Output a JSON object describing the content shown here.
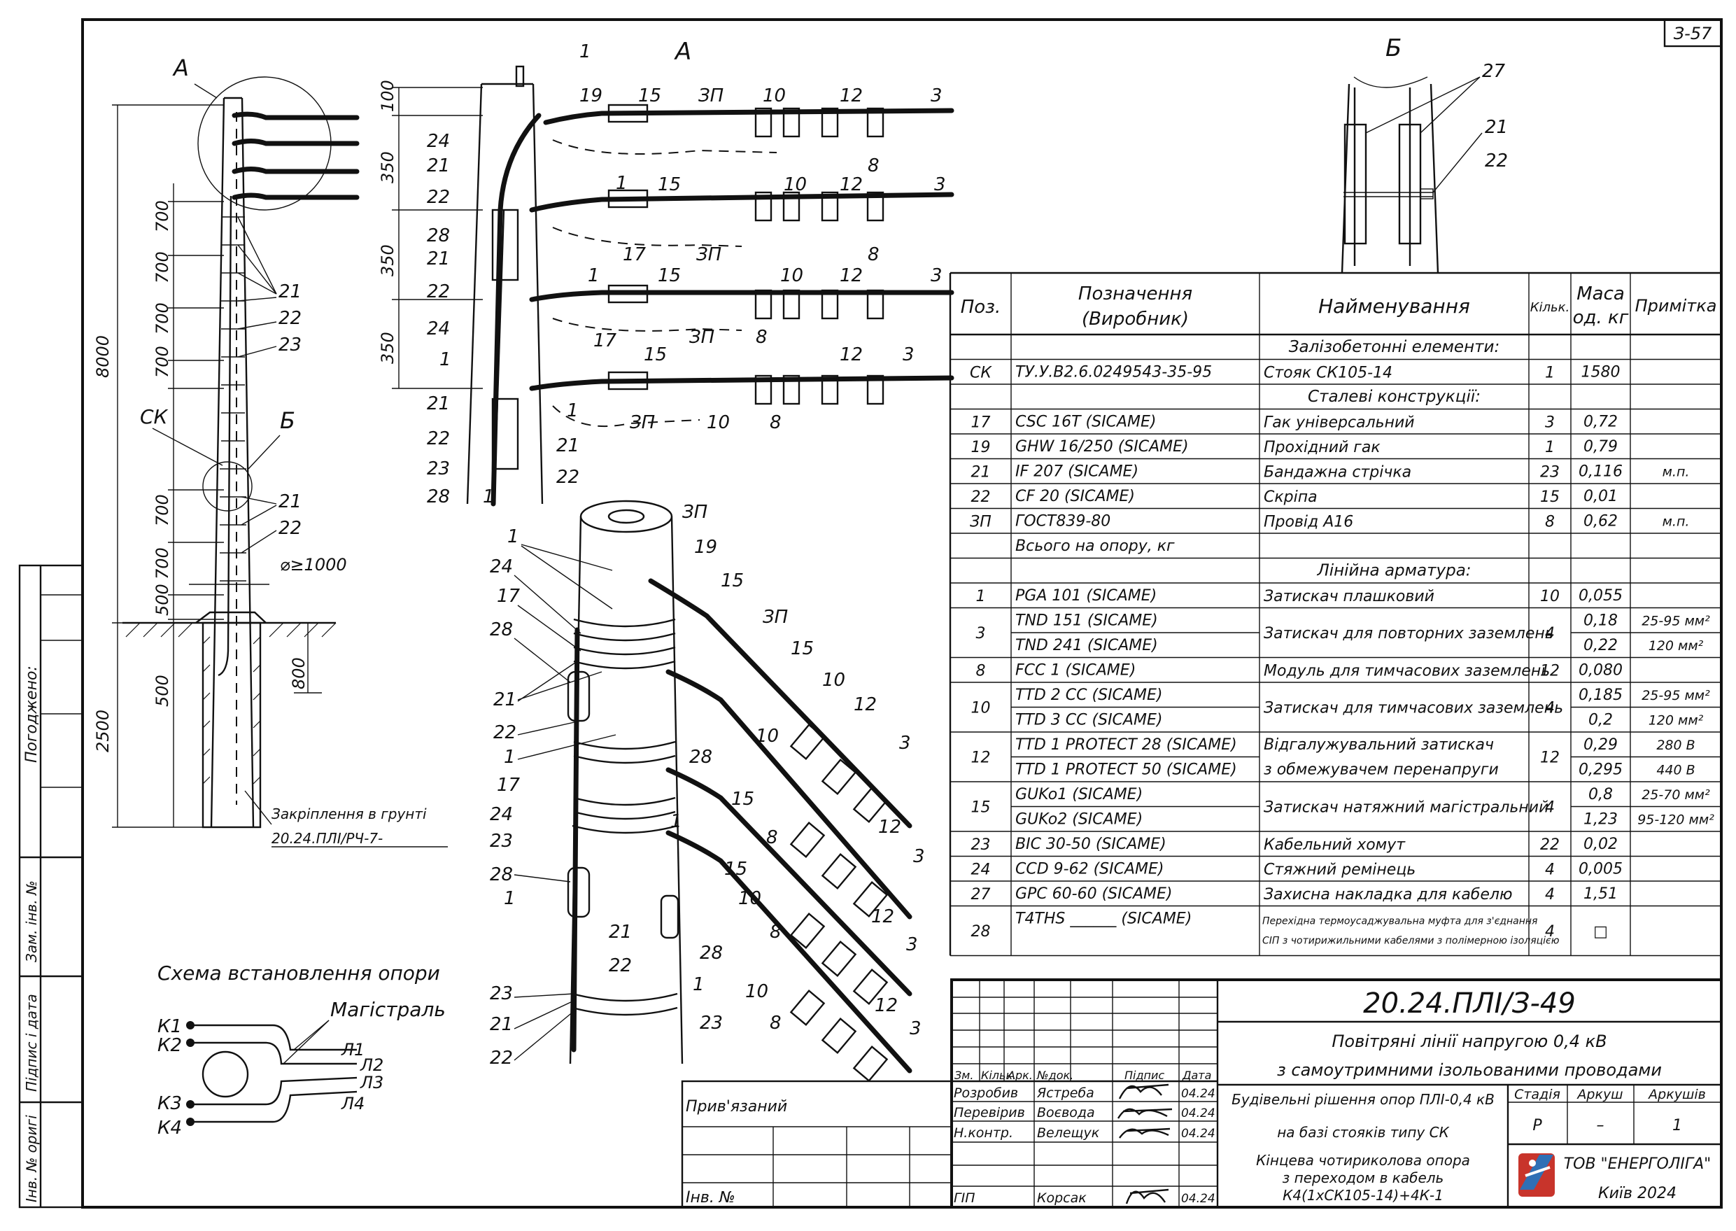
{
  "sheet_code": "З-57",
  "view_a": "А",
  "view_b": "Б",
  "dims_left": [
    "8000",
    "700",
    "700",
    "700",
    "700",
    "700",
    "700",
    "500",
    "500",
    "2500",
    "800"
  ],
  "dims_top": [
    "100",
    "350",
    "350",
    "350"
  ],
  "pole_labels": {
    "ck": "СК",
    "a": "А",
    "b": "Б",
    "diam": "⌀≥1000"
  },
  "foundation_note": "Закріплення в грунті",
  "foundation_ref": "20.24.ПЛІ/РЧ-7-",
  "scheme": {
    "title": "Схема встановлення опори",
    "main": "Магістраль",
    "k": [
      "К1",
      "К2",
      "К3",
      "К4"
    ],
    "l": [
      "Л1",
      "Л2",
      "Л3",
      "Л4"
    ]
  },
  "side_stamp": {
    "agreed": "Погоджено:",
    "inv_zam": "Зам. інв. №",
    "sign_date": "Підпис і дата",
    "inv_orig": "Інв. № оригі"
  },
  "callouts": {
    "c1": "1",
    "c3": "3",
    "c8": "8",
    "c10": "10",
    "c12": "12",
    "c15": "15",
    "c17": "17",
    "c19": "19",
    "c21": "21",
    "c22": "22",
    "c23": "23",
    "c24": "24",
    "c27": "27",
    "c28": "28",
    "zp": "ЗП"
  },
  "spec": {
    "headers": {
      "pos": "Поз.",
      "code": "Позначення\n(Виробник)",
      "name": "Найменування",
      "qty": "Кільк.",
      "mass": "Маса\nод. кг",
      "note": "Примітка"
    },
    "rows": [
      {
        "section": "Залізобетонні елементи:"
      },
      {
        "pos": "СК",
        "code": [
          "ТУ.У.В2.6.0249543-35-95"
        ],
        "name": [
          "Стояк СК105-14"
        ],
        "qty": "1",
        "mass": [
          "1580"
        ],
        "note": [
          ""
        ]
      },
      {
        "section": "Сталеві конструкції:"
      },
      {
        "pos": "17",
        "code": [
          "CSC 16T   (SICAME)"
        ],
        "name": [
          "Гак універсальний"
        ],
        "qty": "3",
        "mass": [
          "0,72"
        ],
        "note": [
          ""
        ]
      },
      {
        "pos": "19",
        "code": [
          "GHW 16/250   (SICAME)"
        ],
        "name": [
          "Прохідний гак"
        ],
        "qty": "1",
        "mass": [
          "0,79"
        ],
        "note": [
          ""
        ]
      },
      {
        "pos": "21",
        "code": [
          "IF 207   (SICAME)"
        ],
        "name": [
          "Бандажна стрічка"
        ],
        "qty": "23",
        "mass": [
          "0,116"
        ],
        "note": [
          "м.п."
        ]
      },
      {
        "pos": "22",
        "code": [
          "CF 20   (SICAME)"
        ],
        "name": [
          "Скріпа"
        ],
        "qty": "15",
        "mass": [
          "0,01"
        ],
        "note": [
          ""
        ]
      },
      {
        "pos": "ЗП",
        "code": [
          "ГОСТ839-80"
        ],
        "name": [
          "Провід А16"
        ],
        "qty": "8",
        "mass": [
          "0,62"
        ],
        "note": [
          "м.п."
        ]
      },
      {
        "pos": "",
        "code": [
          "Всього на опору, кг"
        ],
        "name": [
          ""
        ],
        "qty": "",
        "mass": [
          ""
        ],
        "note": [
          ""
        ]
      },
      {
        "section": "Лінійна арматура:"
      },
      {
        "pos": "1",
        "code": [
          "PGA 101   (SICAME)"
        ],
        "name": [
          "Затискач плашковий"
        ],
        "qty": "10",
        "mass": [
          "0,055"
        ],
        "note": [
          ""
        ]
      },
      {
        "pos": "3",
        "code": [
          "TND 151   (SICAME)",
          "TND 241   (SICAME)"
        ],
        "name": [
          "Затискач для повторних заземлень"
        ],
        "qty": "4",
        "mass": [
          "0,18",
          "0,22"
        ],
        "note": [
          "25-95 мм²",
          "120 мм²"
        ]
      },
      {
        "pos": "8",
        "code": [
          "FCC 1   (SICAME)"
        ],
        "name": [
          "Модуль для тимчасових заземлень"
        ],
        "qty": "12",
        "mass": [
          "0,080"
        ],
        "note": [
          ""
        ]
      },
      {
        "pos": "10",
        "code": [
          "TTD 2 CC   (SICAME)",
          "TTD 3 CC   (SICAME)"
        ],
        "name": [
          "Затискач для тимчасових заземлень"
        ],
        "qty": "4",
        "mass": [
          "0,185",
          "0,2"
        ],
        "note": [
          "25-95 мм²",
          "120 мм²"
        ]
      },
      {
        "pos": "12",
        "code": [
          "TTD 1 PROTECT 28   (SICAME)",
          "TTD 1 PROTECT 50   (SICAME)"
        ],
        "name": [
          "Відгалужувальний затискач",
          "з обмежувачем перенапруги"
        ],
        "qty": "12",
        "mass": [
          "0,29",
          "0,295"
        ],
        "note": [
          "280 В",
          "440 В"
        ]
      },
      {
        "pos": "15",
        "code": [
          "GUKo1   (SICAME)",
          "GUKo2   (SICAME)"
        ],
        "name": [
          "Затискач натяжний магістральний"
        ],
        "qty": "4",
        "mass": [
          "0,8",
          "1,23"
        ],
        "note": [
          "25-70 мм²",
          "95-120 мм²"
        ]
      },
      {
        "pos": "23",
        "code": [
          "BIC 30-50   (SICAME)"
        ],
        "name": [
          "Кабельний хомут"
        ],
        "qty": "22",
        "mass": [
          "0,02"
        ],
        "note": [
          ""
        ]
      },
      {
        "pos": "24",
        "code": [
          "CCD 9-62   (SICAME)"
        ],
        "name": [
          "Стяжний ремінець"
        ],
        "qty": "4",
        "mass": [
          "0,005"
        ],
        "note": [
          ""
        ]
      },
      {
        "pos": "27",
        "code": [
          "GPC 60-60   (SICAME)"
        ],
        "name": [
          "Захисна накладка для кабелю"
        ],
        "qty": "4",
        "mass": [
          "1,51"
        ],
        "note": [
          ""
        ]
      },
      {
        "pos": "28",
        "code": [
          "T4THS ______   (SICAME)"
        ],
        "name": [
          "Перехідна термоусаджувальна муфта для з'єднання",
          "СІП з чотирижильними кабелями з полімерною ізоляцією"
        ],
        "qty": "4",
        "mass": [
          "□"
        ],
        "note": [
          ""
        ],
        "small": true
      }
    ]
  },
  "title_block": {
    "doc_code": "20.24.ПЛІ/З-49",
    "title_line1": "Повітряні лінії напругою 0,4 кВ",
    "title_line2": "з самоутримними ізольованими проводами",
    "sub_line1": "Будівельні рішення опор ПЛІ-0,4 кВ",
    "sub_line2": "на базі стояків типу СК",
    "desc_line1": "Кінцева чотириколова опора",
    "desc_line2": "з переходом в кабель",
    "desc_line3": "К4(1хСК105-14)+4К-1",
    "stage_label": "Стадія",
    "sheet_label": "Аркуш",
    "sheets_label": "Аркушів",
    "stage": "Р",
    "sheet": "–",
    "sheets": "1",
    "company": "ТОВ \"ЕНЕРГОЛІГА\"",
    "city": "Київ 2024",
    "bound": "Прив'язаний",
    "inv": "Інв. №",
    "head": {
      "zm": "Зм.",
      "kil": "Кільк.",
      "ark": "Арк.",
      "ndok": "№док.",
      "pidp": "Підпис",
      "data": "Дата"
    },
    "people": [
      {
        "role": "Розробив",
        "name": "Ястреба",
        "date": "04.24"
      },
      {
        "role": "Перевірив",
        "name": "Воєвода",
        "date": "04.24"
      },
      {
        "role": "Н.контр.",
        "name": "Велещук",
        "date": "04.24"
      },
      {
        "role": "ГІП",
        "name": "Корсак",
        "date": "04.24"
      }
    ]
  }
}
